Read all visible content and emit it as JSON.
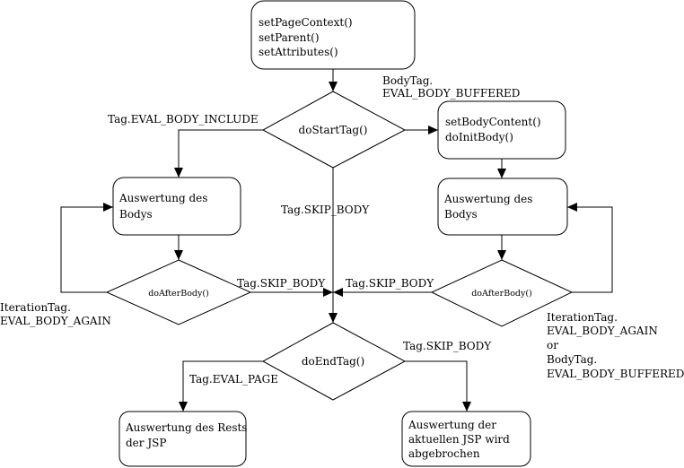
{
  "nodes": {
    "init": [
      "setPageContext()",
      "setParent()",
      "setAttributes()"
    ],
    "start_tag": "doStartTag()",
    "set_body": [
      "setBodyContent()",
      "doInitBody()"
    ],
    "eval_body_left": [
      "Auswertung des",
      "Bodys"
    ],
    "eval_body_right": [
      "Auswertung des",
      "Bodys"
    ],
    "after_body_left": "doAfterBody()",
    "after_body_right": "doAfterBody()",
    "end_tag": "doEndTag()",
    "eval_rest": [
      "Auswertung des Rests",
      "der JSP"
    ],
    "abort": [
      "Auswertung der",
      "aktuellen JSP wird",
      "abgebrochen"
    ]
  },
  "edge_labels": {
    "eval_body_include": "Tag.EVAL_BODY_INCLUDE",
    "eval_body_buffered": [
      "BodyTag.",
      "EVAL_BODY_BUFFERED"
    ],
    "skip_body_center": "Tag.SKIP_BODY",
    "skip_body_left": "Tag.SKIP_BODY",
    "skip_body_right": "Tag.SKIP_BODY",
    "eval_body_again_left": [
      "IterationTag.",
      "EVAL_BODY_AGAIN"
    ],
    "eval_body_again_right": [
      "IterationTag.",
      "EVAL_BODY_AGAIN",
      "or",
      "BodyTag.",
      "EVAL_BODY_BUFFERED"
    ],
    "skip_body_end": "Tag.SKIP_BODY",
    "eval_page": "Tag.EVAL_PAGE"
  }
}
